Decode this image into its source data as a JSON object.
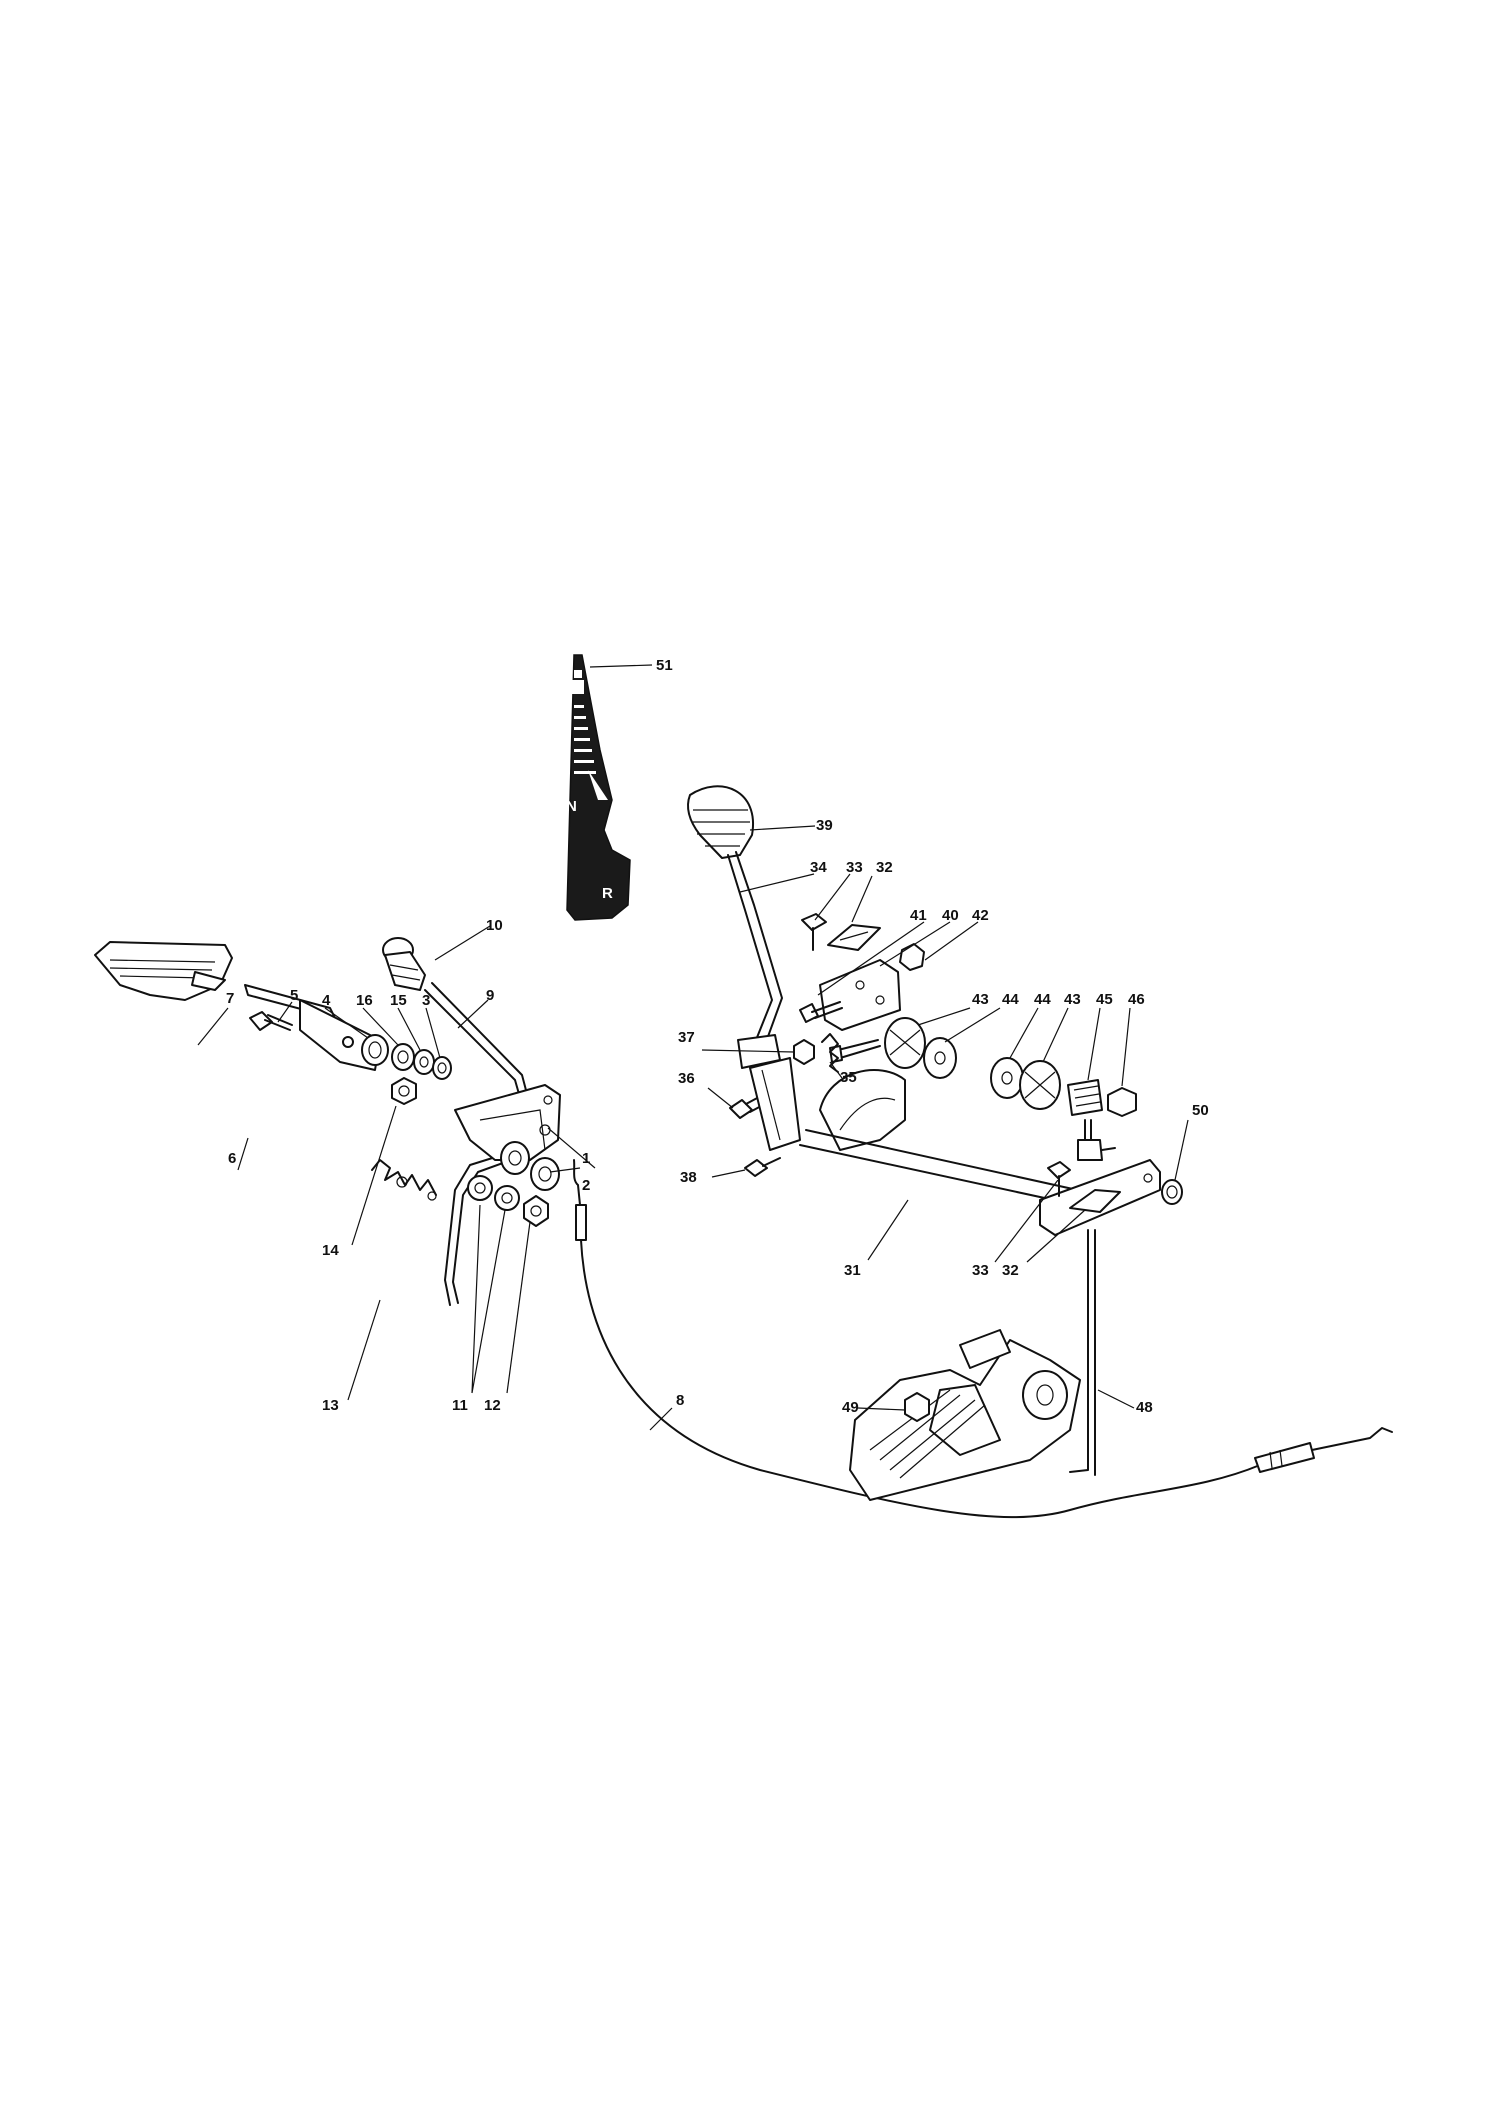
{
  "decal": {
    "neutral_mark": "N",
    "reverse_mark": "R",
    "icon": "turtle-rabbit-speed-icon"
  },
  "callouts": {
    "c1": "1",
    "c2": "2",
    "c3": "3",
    "c4": "4",
    "c5": "5",
    "c6": "6",
    "c7": "7",
    "c8": "8",
    "c9": "9",
    "c10": "10",
    "c11": "11",
    "c12": "12",
    "c13": "13",
    "c14": "14",
    "c15": "15",
    "c16": "16",
    "c31": "31",
    "c32a": "32",
    "c32b": "32",
    "c33a": "33",
    "c33b": "33",
    "c34": "34",
    "c35": "35",
    "c36": "36",
    "c37": "37",
    "c38": "38",
    "c39": "39",
    "c40": "40",
    "c41": "41",
    "c42": "42",
    "c43a": "43",
    "c43b": "43",
    "c44a": "44",
    "c44b": "44",
    "c45": "45",
    "c46": "46",
    "c48": "48",
    "c49": "49",
    "c50": "50",
    "c51": "51"
  }
}
